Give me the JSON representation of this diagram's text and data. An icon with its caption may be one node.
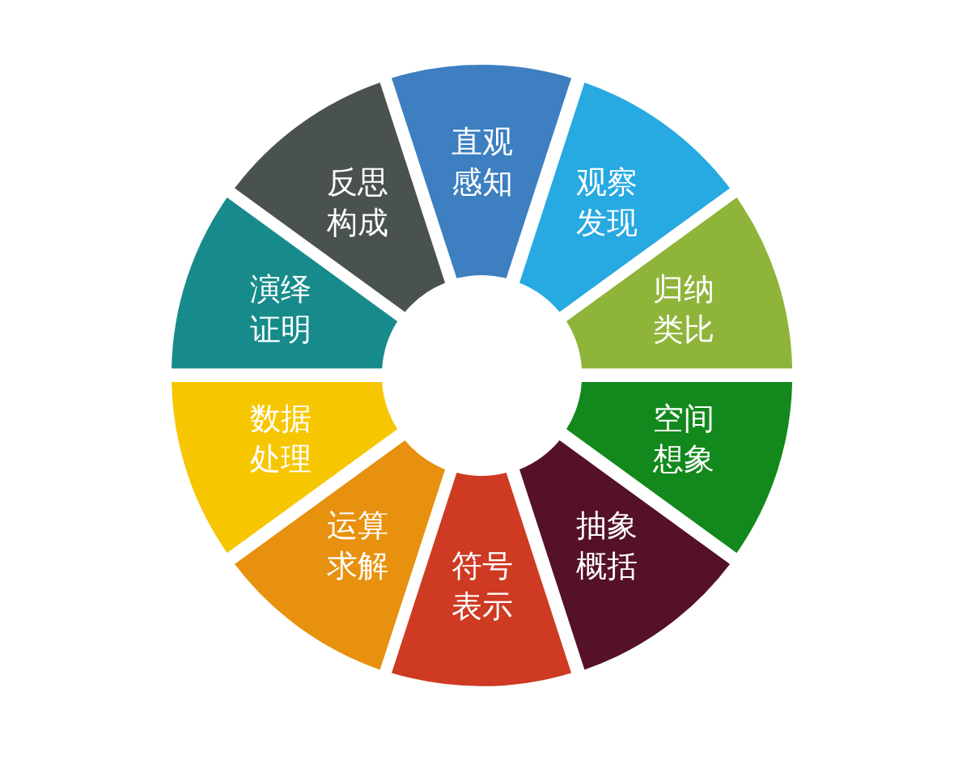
{
  "diagram": {
    "nodes": [
      {
        "text": [
          "直观感知"
        ]
      },
      {
        "text": [
          "观察发现"
        ]
      },
      {
        "text": [
          "归纳类比"
        ]
      },
      {
        "text": [
          "空间想象"
        ]
      },
      {
        "text": [
          "抽象概括"
        ]
      },
      {
        "text": [
          "符号表示"
        ]
      },
      {
        "text": [
          "运算求解"
        ]
      },
      {
        "text": [
          "数据处理"
        ]
      },
      {
        "text": [
          "演绎证明"
        ]
      },
      {
        "text": [
          "反思构成"
        ]
      }
    ],
    "edges": []
  }
}
